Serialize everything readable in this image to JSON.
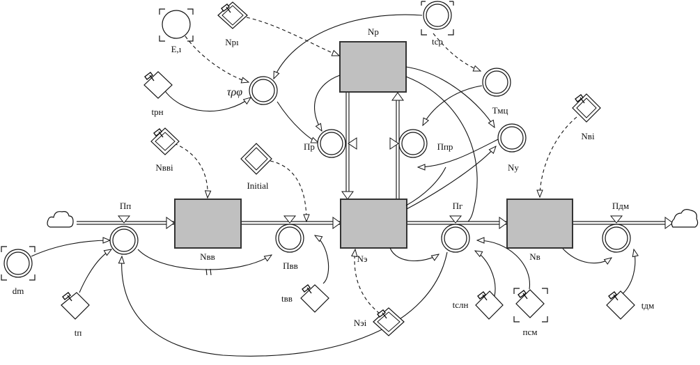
{
  "diagram": {
    "type": "system-dynamics stock-and-flow",
    "stocks": [
      {
        "id": "Nvv",
        "label": "Nвв"
      },
      {
        "id": "Ne",
        "label": "Nэ"
      },
      {
        "id": "Np",
        "label": "Np"
      },
      {
        "id": "Nv",
        "label": "Nв"
      }
    ],
    "flows": [
      {
        "id": "Pp",
        "label": "Пп"
      },
      {
        "id": "Pvv",
        "label": "Пвв"
      },
      {
        "id": "Pr",
        "label": "Пр"
      },
      {
        "id": "Ppr",
        "label": "Ппр"
      },
      {
        "id": "Pg",
        "label": "Пг"
      },
      {
        "id": "Pdm",
        "label": "Пдм"
      }
    ],
    "auxiliaries": [
      {
        "id": "Ea",
        "label": "Е,ı"
      },
      {
        "id": "trf",
        "label": "τρφ"
      },
      {
        "id": "tsr",
        "label": "tср"
      },
      {
        "id": "Tmts",
        "label": "Тмц"
      },
      {
        "id": "Ny",
        "label": "Ny"
      },
      {
        "id": "dm",
        "label": "dm"
      }
    ],
    "constants": [
      {
        "id": "Npi",
        "label": "Npı"
      },
      {
        "id": "trn",
        "label": "tрн"
      },
      {
        "id": "Nvvi",
        "label": "Nввi"
      },
      {
        "id": "Initial",
        "label": "Initial"
      },
      {
        "id": "Nvi",
        "label": "Nвi"
      },
      {
        "id": "tp",
        "label": "tп"
      },
      {
        "id": "tvv",
        "label": "tвв"
      },
      {
        "id": "Nei",
        "label": "Nэi"
      },
      {
        "id": "tsln",
        "label": "tслн"
      },
      {
        "id": "psm",
        "label": "псм"
      },
      {
        "id": "tdm",
        "label": "tдм"
      }
    ]
  }
}
